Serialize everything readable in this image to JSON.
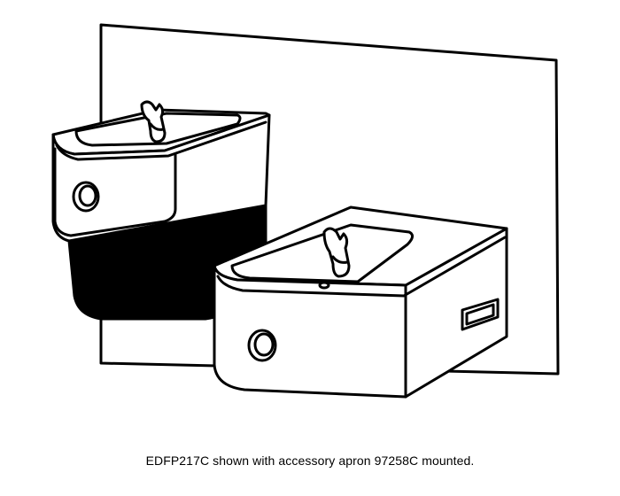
{
  "figure": {
    "caption": "EDFP217C shown with accessory apron 97258C mounted.",
    "colors": {
      "line": "#000000",
      "fill": "#ffffff",
      "apron": "#000000"
    },
    "icons": [
      "wall-plate",
      "drinking-fountain-high",
      "drinking-fountain-low",
      "bubbler-icon",
      "push-button-icon",
      "accessory-apron"
    ]
  }
}
